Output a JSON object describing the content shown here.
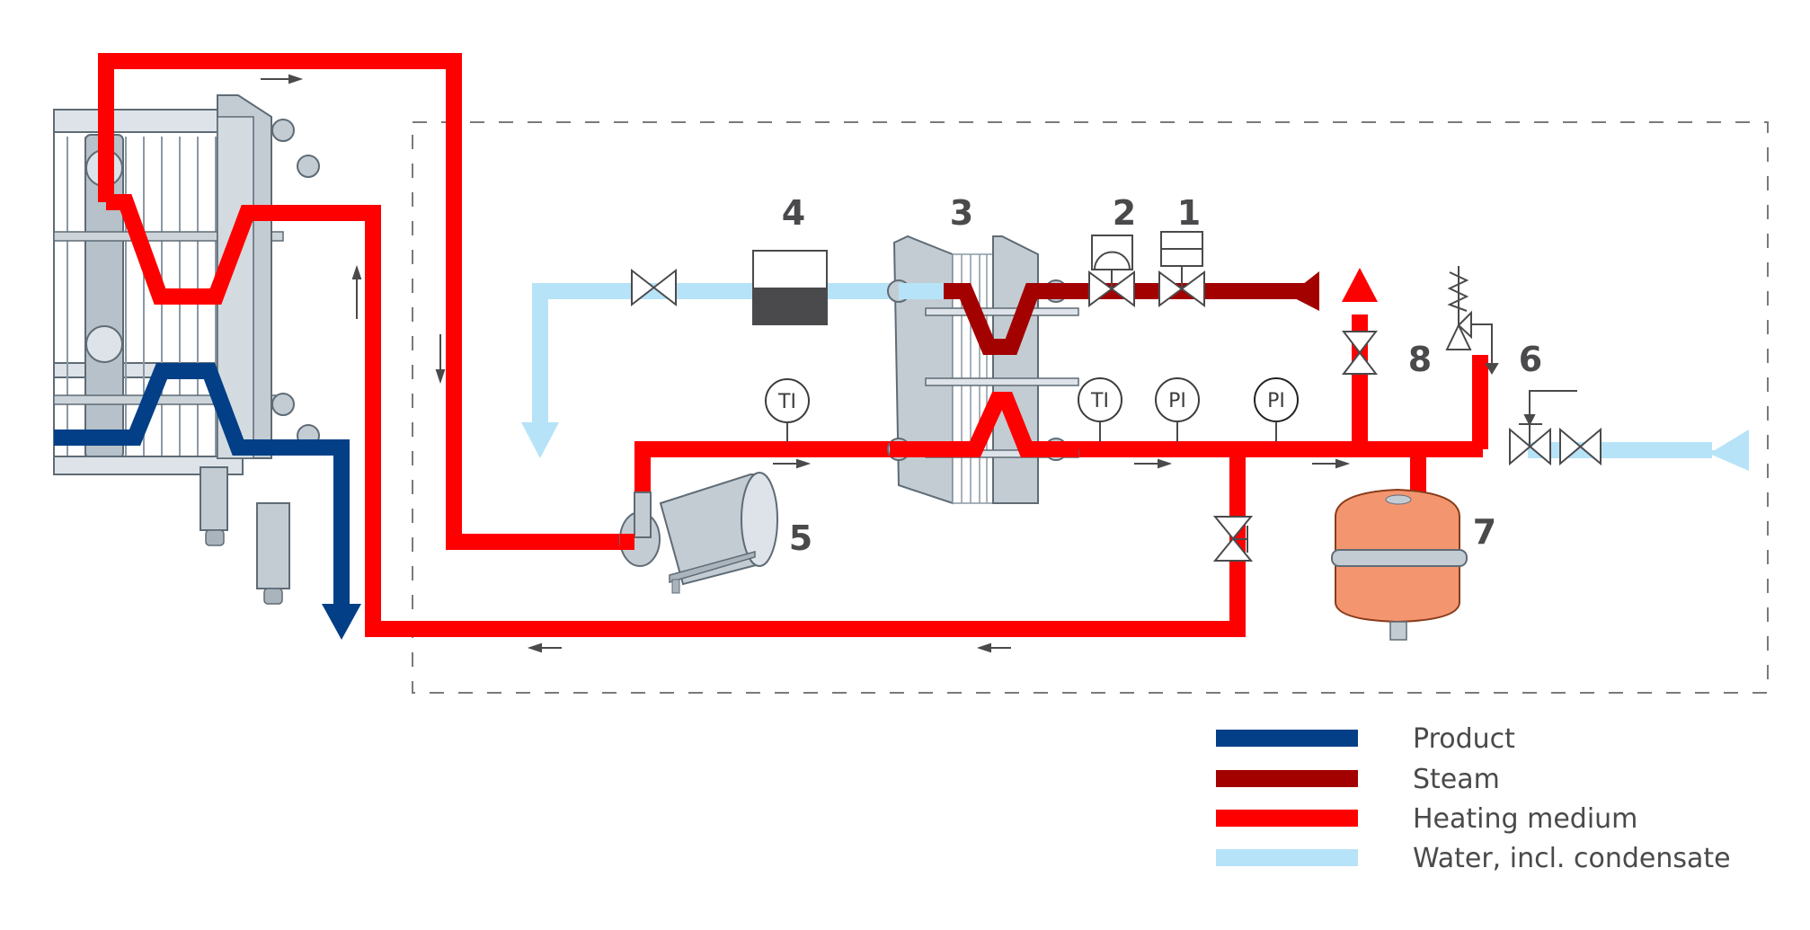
{
  "colors": {
    "product": "#033f87",
    "steam": "#a30000",
    "heating": "#ff0000",
    "water": "#b7e3f8",
    "symbol": "#4a4a4c",
    "dashed_box": "#7a7a7a",
    "vessel": "#f08a60",
    "steel": "#c4ccd3"
  },
  "components": [
    {
      "id": "1",
      "name": "Solenoid valve (steam)"
    },
    {
      "id": "2",
      "name": "Control valve (steam)"
    },
    {
      "id": "3",
      "name": "Plate heat exchanger"
    },
    {
      "id": "4",
      "name": "Condensate trap"
    },
    {
      "id": "5",
      "name": "Centrifugal pump"
    },
    {
      "id": "6",
      "name": "Pressure relief / fill valve"
    },
    {
      "id": "7",
      "name": "Expansion vessel"
    },
    {
      "id": "8",
      "name": "Vent valve"
    }
  ],
  "instruments": [
    {
      "tag": "TI"
    },
    {
      "tag": "TI"
    },
    {
      "tag": "PI"
    },
    {
      "tag": "PI"
    }
  ],
  "legend": [
    {
      "label": "Product",
      "color_key": "product"
    },
    {
      "label": "Steam",
      "color_key": "steam"
    },
    {
      "label": "Heating medium",
      "color_key": "heating"
    },
    {
      "label": "Water, incl. condensate",
      "color_key": "water"
    }
  ]
}
